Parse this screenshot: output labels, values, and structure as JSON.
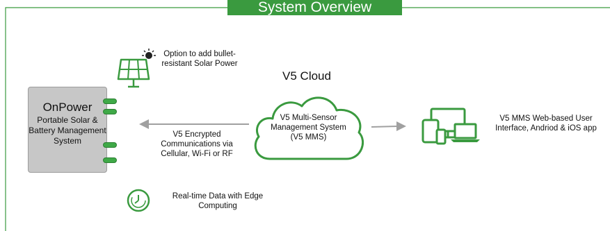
{
  "header": {
    "title": "System Overview"
  },
  "solar": {
    "caption": "Option to add bullet- resistant Solar Power"
  },
  "onpower": {
    "title": "OnPower",
    "subtitle": "Portable Solar & Battery Management System"
  },
  "comms": {
    "caption": "V5 Encrypted Communications via Cellular, Wi-Fi or RF"
  },
  "cloud": {
    "title": "V5 Cloud",
    "label": "V5 Multi-Sensor Management System (V5 MMS)"
  },
  "devices": {
    "caption": "V5 MMS Web-based User Interface, Andriod & iOS app"
  },
  "edge": {
    "caption": "Real-time Data with Edge Computing"
  },
  "colors": {
    "accent": "#3a9a3f",
    "box_fill": "#c7c7c7",
    "arrow": "#a0a0a0"
  },
  "icons": [
    "solar-panel-icon",
    "sun-icon",
    "cloud-icon",
    "devices-icon",
    "clock-icon",
    "arrow-left-icon",
    "arrow-right-icon"
  ]
}
